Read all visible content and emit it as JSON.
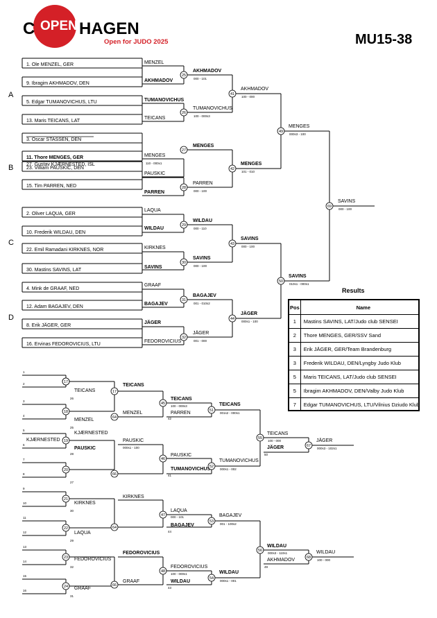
{
  "header": {
    "logo_c": "C",
    "logo_open": "OPEN",
    "logo_hagen": "HAGEN",
    "logo_tagline": "Open for JUDO 2025",
    "category": "MU15-38"
  },
  "pools": [
    "A",
    "B",
    "C",
    "D"
  ],
  "entries": [
    "1. Ole MENZEL, GER",
    "9. Ibragim AKHMADOV, DEN",
    "5. Edgar TUMANOVICHUS, LTU",
    "13. Maris TEICANS, LAT",
    "3. Oscar STASSEN, DEN",
    "11. Thore MENGES, GER",
    "27. Gustav KJÆRNESTED, ISL",
    "23. Villiam PAUSKIC, DEN",
    "15. Tim PARREN, NED",
    "2. Oliver LAQUA, GER",
    "10. Frederik WILDAU, DEN",
    "22. Emil Ramadani KIRKNES, NOR",
    "30. Mastins SAVINS, LAT",
    "4. Mink de GRAAF, NED",
    "12. Adam BAGAJEV, DEN",
    "8. Erik JÄGER, GER",
    "16. Ervinas FEDOROVICIUS, LTU"
  ],
  "main_bracket": {
    "r1": [
      "MENZEL",
      "AKHMADOV",
      "TUMANOVICHUS",
      "TEICANS",
      "MENGES",
      "PAUSKIC",
      "PARREN",
      "LAQUA",
      "WILDAU",
      "KIRKNES",
      "SAVINS",
      "GRAAF",
      "BAGAJEV",
      "JÄGER",
      "FEDOROVICIUS"
    ],
    "r1_score": "110 - 000x1",
    "matches": [
      {
        "no": "25",
        "winner": "AKHMADOV",
        "score": "000 - 101"
      },
      {
        "no": "26",
        "winner": "TUMANOVICHUS",
        "score": "100 - 000s3"
      },
      {
        "no": "27",
        "winner": "MENGES",
        "score": ""
      },
      {
        "no": "28",
        "winner": "PARREN",
        "score": "000 - 100"
      },
      {
        "no": "29",
        "winner": "WILDAU",
        "score": "000 - 110"
      },
      {
        "no": "30",
        "winner": "SAVINS",
        "score": "000 - 100"
      },
      {
        "no": "31",
        "winner": "BAGAJEV",
        "score": "001 - 010s2"
      },
      {
        "no": "32",
        "winner": "JÄGER",
        "score": "001 - 000"
      },
      {
        "no": "41",
        "winner": "AKHMADOV",
        "score": "100 - 000"
      },
      {
        "no": "42",
        "winner": "MENGES",
        "score": "101 - 010"
      },
      {
        "no": "43",
        "winner": "SAVINS",
        "score": "000 - 100"
      },
      {
        "no": "44",
        "winner": "JÄGER",
        "score": "000s1 - 100"
      },
      {
        "no": "49",
        "winner": "MENGES",
        "score": "000s3 - 100"
      },
      {
        "no": "50",
        "winner": "SAVINS",
        "score": "010s1 - 000s1"
      },
      {
        "no": "69",
        "winner": "SAVINS",
        "score": "000 - 100"
      }
    ]
  },
  "repechage": {
    "seeds": [
      "1",
      "2",
      "3",
      "4",
      "5",
      "6",
      "7",
      "8",
      "9",
      "10",
      "11",
      "12",
      "13",
      "14",
      "15",
      "16"
    ],
    "players": [
      "TEICANS",
      "MENZEL",
      "KJÆRNESTED",
      "PAUSKIC",
      "KIRKNES",
      "LAQUA",
      "FEDOROVICIUS",
      "GRAAF"
    ],
    "player_nos": [
      "26",
      "25",
      "28",
      "27",
      "30",
      "29",
      "32",
      "31"
    ],
    "kj_line": "KJÆRNESTED",
    "matches": [
      {
        "no": "17",
        "winner": "TEICANS",
        "score": ""
      },
      {
        "no": "18",
        "winner": "MENZEL",
        "score": ""
      },
      {
        "no": "19",
        "winner": "KJÆRNESTED",
        "score": ""
      },
      {
        "no": "20",
        "winner": "PAUSKIC",
        "score": ""
      },
      {
        "no": "21",
        "winner": "KIRKNES",
        "score": ""
      },
      {
        "no": "22",
        "winner": "LAQUA",
        "score": ""
      },
      {
        "no": "23",
        "winner": "FEDOROVICIUS",
        "score": ""
      },
      {
        "no": "24",
        "winner": "GRAAF",
        "score": ""
      },
      {
        "no": "63",
        "winner": "TEICANS",
        "score": "100 - 000s3"
      },
      {
        "no": "64",
        "winner": "MENZEL",
        "score": ""
      },
      {
        "no": "65",
        "winner": "PAUSKIC",
        "score": "000s1 - 100"
      },
      {
        "no": "66",
        "winner": "PAUSKIC",
        "score": ""
      },
      {
        "no": "47",
        "winner": "LAQUA",
        "score": "000 - 101"
      },
      {
        "no": "48",
        "winner": "FEDOROVICIUS",
        "score": "100 - 000s1"
      },
      {
        "no": "51",
        "winner": "TEICANS",
        "score": "001s2 - 000s1"
      },
      {
        "no": "52",
        "winner": "TUMANOVICHUS",
        "score": "000s1 - 002"
      },
      {
        "no": "53",
        "winner": "BAGAJEV",
        "score": "001 - 100s2"
      },
      {
        "no": "54",
        "winner": "WILDAU",
        "score": "000s1 - 001"
      },
      {
        "no": "55",
        "winner": "TEICANS",
        "score": "100 - 000"
      },
      {
        "no": "56",
        "winner": "WILDAU",
        "score": "000s3 - 110s1"
      },
      {
        "no": "67",
        "winner": "JÄGER",
        "score": "000s3 - 102s1"
      },
      {
        "no": "68",
        "winner": "WILDAU",
        "score": "100 - 000"
      }
    ],
    "r2_l": [
      "TEICANS",
      "PARREN",
      "MENZEL",
      "PAUSKIC",
      "TUMANOVICHUS",
      "KIRKNES",
      "LAQUA",
      "BAGAJEV",
      "FEDOROVICIUS",
      "WILDAU"
    ],
    "r2_nos": [
      "42",
      "41",
      "44",
      "43"
    ],
    "r3_l": [
      "TEICANS",
      "JÄGER",
      "WILDAU",
      "AKHMADOV"
    ],
    "r3_nos": [
      "50",
      "49"
    ]
  },
  "results": {
    "title": "Results",
    "col_pos": "Pos",
    "col_name": "Name",
    "rows": [
      {
        "pos": "1",
        "name": "Mastins SAVINS, LAT/Judo club SENSEI"
      },
      {
        "pos": "2",
        "name": "Thore MENGES, GER/SSV Sand"
      },
      {
        "pos": "3",
        "name": "Erik JÄGER, GER/Team Brandenburg"
      },
      {
        "pos": "3",
        "name": "Frederik WILDAU, DEN/Lyngby Judo Klub"
      },
      {
        "pos": "5",
        "name": "Maris TEICANS, LAT/Judo club SENSEI"
      },
      {
        "pos": "5",
        "name": "Ibragim AKHMADOV, DEN/Valby Judo Klub"
      },
      {
        "pos": "7",
        "name": "Edgar TUMANOVICHUS, LTU/Vilnius Dziudo Klubas"
      },
      {
        "pos": "7",
        "name": "Adam BAGAJEV, DEN/Valby Judo Klub"
      }
    ]
  }
}
